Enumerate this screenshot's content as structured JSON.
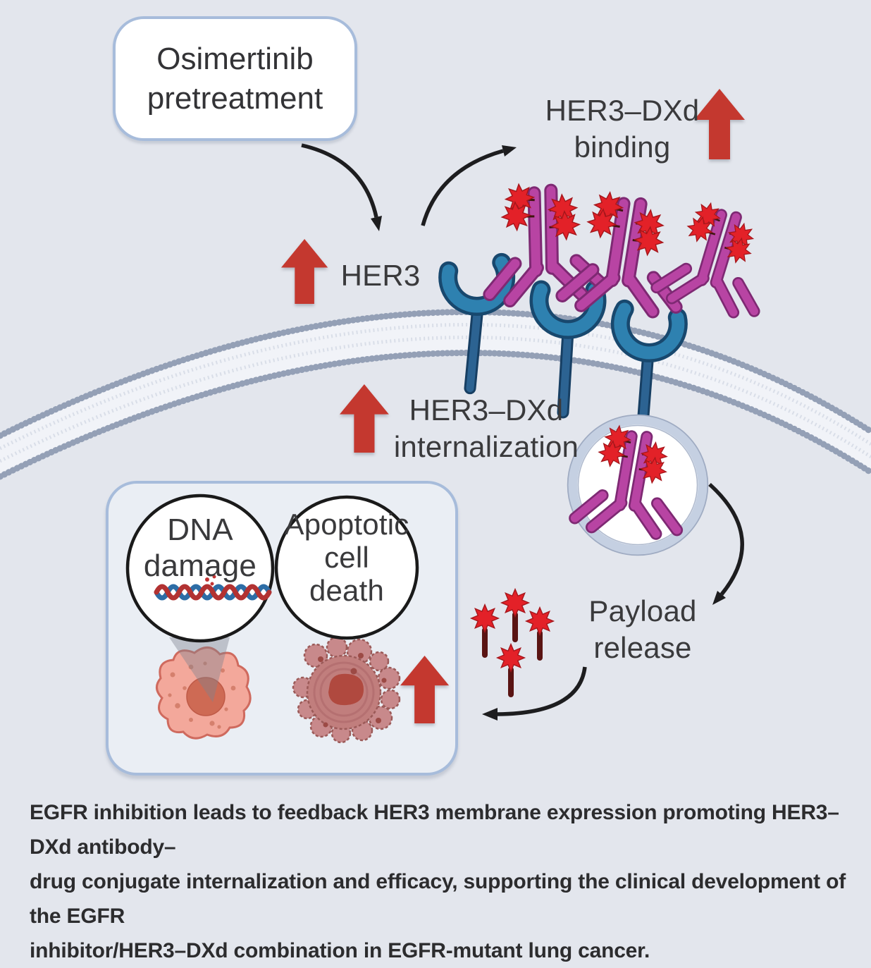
{
  "figure": {
    "box": {
      "line1": "Osimertinib",
      "line2": "pretreatment"
    },
    "labels": {
      "binding": {
        "line1": "HER3–DXd",
        "line2": "binding"
      },
      "her3": "HER3",
      "internalization": {
        "line1": "HER3–DXd",
        "line2": "internalization"
      },
      "dna": {
        "line1": "DNA",
        "line2": "damage"
      },
      "apoptotic": {
        "line1": "Apoptotic",
        "line2": "cell",
        "line3": "death"
      },
      "payload": {
        "line1": "Payload",
        "line2": "release"
      }
    },
    "caption": {
      "line1": "EGFR inhibition leads to feedback HER3 membrane expression promoting HER3–DXd antibody–",
      "line2": "drug conjugate internalization and efficacy, supporting the clinical development of the EGFR",
      "line3": "inhibitor/HER3–DXd combination in EGFR-mutant lung cancer."
    },
    "colors": {
      "background": "#e3e6ed",
      "accent_red_arrow": "#c4382f",
      "payload_star_red": "#e32128",
      "antibody_magenta": "#b844a3",
      "receptor_blue": "#2e81b0",
      "membrane_gray": "#94a0b6",
      "panel_border": "#a7bcdb",
      "text": "#38383a"
    },
    "icons": {
      "up_arrow": "red block arrow pointing up (increase)",
      "cell_membrane": "curved lipid-bilayer band",
      "her3_receptor": "blue U-shaped receptor with stalk",
      "adc_antibody": "magenta antibody with red payload stars",
      "vesicle": "endosome circle containing antibody",
      "payload_molecule": "red star on dark stem",
      "dna_helix": "red/blue double helix with break",
      "tumor_cell": "pink cell with nucleus",
      "apoptotic_cell": "blebbing dying cell",
      "curved_arrow": "black process arrow"
    }
  }
}
